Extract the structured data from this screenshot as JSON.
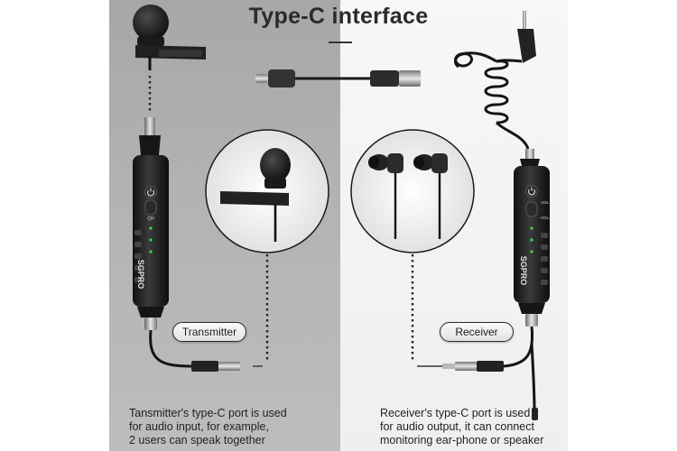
{
  "title": "Type-C interface",
  "transmitter": {
    "label": "Transmitter",
    "device_brand": "SGPRO",
    "button_label": "CH",
    "caption_lines": [
      "Tansmitter's type-C port is used",
      "for audio input, for example,",
      "2 users can speak together"
    ]
  },
  "receiver": {
    "label": "Receiver",
    "device_brand": "SGPRO",
    "button_labels": [
      "VOL+",
      "VOL-"
    ],
    "caption_lines": [
      "Receiver's type-C port is used",
      "for audio output, it can connect",
      "monitoring ear-phone or speaker"
    ]
  },
  "colors": {
    "left_panel": "#b3b3b5",
    "right_panel": "#f3f3f3",
    "device_body": "#1f1f1f",
    "indicator_led": "#3cd84a"
  },
  "icons": [
    "lavalier-microphone-icon",
    "type-c-adapter-icon",
    "coiled-cable-icon",
    "earphones-icon",
    "power-icon"
  ]
}
